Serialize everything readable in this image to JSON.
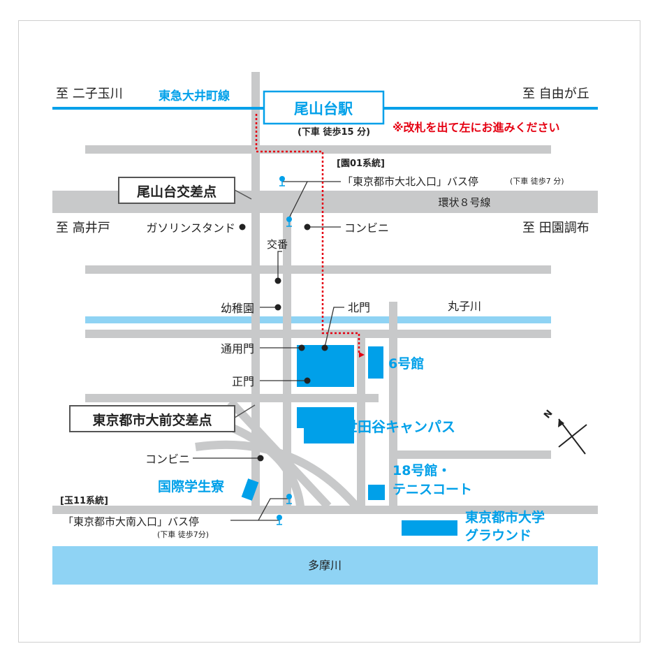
{
  "station": {
    "name": "尾山台駅",
    "walk": "(下車 徒歩15 分)",
    "line": "東急大井町線",
    "dir_west": "至 二子玉川",
    "dir_east": "至 自由が丘",
    "notice": "※改札を出て左にお進みください"
  },
  "roads": {
    "kanjo8": "環状８号線",
    "dir_west": "至 高井戸",
    "dir_east": "至 田園調布"
  },
  "intersections": {
    "oyamadai": "尾山台交差点",
    "daigakumae": "東京都市大前交差点"
  },
  "bus_north": {
    "route": "[園01系統]",
    "stop": "「東京都市大北入口」バス停",
    "walk": "(下車  徒歩7 分)"
  },
  "bus_south": {
    "route": "[玉11系統]",
    "stop": "「東京都市大南入口」バス停",
    "walk": "(下車  徒歩7分)"
  },
  "poi": {
    "gas_station": "ガソリンスタンド",
    "convenience_store": "コンビニ",
    "police_box": "交番",
    "kindergarten": "幼稚園",
    "north_gate": "北門",
    "service_gate": "通用門",
    "main_gate": "正門",
    "convenience_store_south": "コンビニ"
  },
  "buildings": {
    "bldg6": "6号館",
    "campus": "世田谷キャンパス",
    "bldg18_line1": "18号館・",
    "bldg18_line2": "テニスコート",
    "dormitory": "国際学生寮",
    "ground_line1": "東京都市大学",
    "ground_line2": "グラウンド"
  },
  "rivers": {
    "marukogawa": "丸子川",
    "tamagawa": "多摩川"
  },
  "compass": "N",
  "colors": {
    "road": "#c8c9ca",
    "river": "#8fd3f4",
    "accent": "#00a0e9",
    "route": "#e50012",
    "text": "#222222"
  }
}
